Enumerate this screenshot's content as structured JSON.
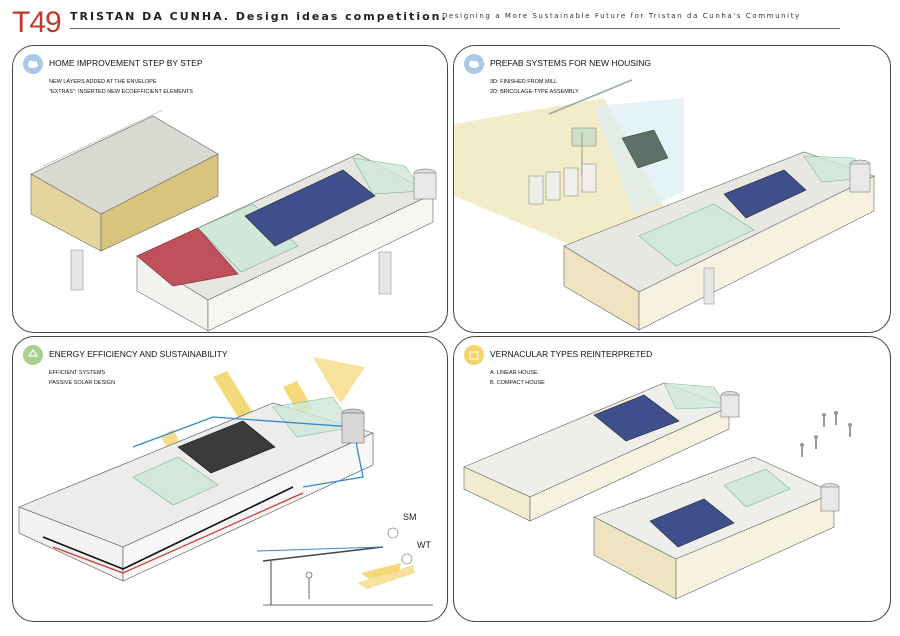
{
  "header": {
    "code": "T49",
    "title": "TRISTAN DA CUNHA. Design ideas competition.",
    "subtitle": "Designing a More Sustainable Future for Tristan da Cunha's Community"
  },
  "panels": [
    {
      "title": "HOME IMPROVEMENT STEP BY STEP",
      "icon": "cloud-icon",
      "lines": [
        "NEW LAYERS ADDED AT THE ENVELOPE",
        "\"EXTRAS\":   INSERTED NEW ECOEFFICIENT ELEMENTS"
      ]
    },
    {
      "title": "PREFAB SYSTEMS FOR NEW HOUSING",
      "icon": "cloud-icon",
      "lines": [
        "3D: FINISHED FROM MILL",
        "2D: BRICOLAGE-TYPE ASSEMBLY"
      ]
    },
    {
      "title": "ENERGY EFFICIENCY AND SUSTAINABILITY",
      "icon": "recycle-icon",
      "lines": [
        "EFFICIENT SYSTEMS",
        "PASSIVE SOLAR DESIGN"
      ],
      "sun_labels": [
        "SM",
        "WT"
      ]
    },
    {
      "title": "VERNACULAR TYPES REINTERPRETED",
      "icon": "house-icon",
      "lines": [
        "A. LINEAR HOUSE",
        "B. COMPACT HOUSE"
      ]
    }
  ],
  "colors": {
    "accent": "#c0392b",
    "icon_blue": "#a9c8e8",
    "icon_green": "#a8d08d",
    "icon_yellow": "#f3d36b",
    "solar": "#3f4f8c",
    "glass": "#cfe8d9",
    "sun_arrow": "#f1cf5a",
    "water": "#2e8bd1",
    "heat": "#d83a3a"
  }
}
